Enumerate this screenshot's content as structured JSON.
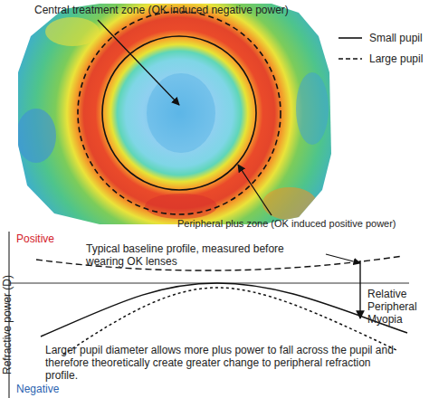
{
  "diagram": {
    "labels": [
      "Central treatment zone (OK induced negative power)",
      "Peripheral plus zone (OK induced positive power)",
      "Positive",
      "Refractive power (D)",
      "Typical baseline profile, measured before wearing OK lenses",
      "Relative Peripheral Myopia",
      "Larger pupil diameter allows more plus power to fall across the pupil and therefore theoretically create greater change to peripheral refraction profile.",
      "Negative"
    ],
    "legend": [
      {
        "text": "Small pupil"
      },
      {
        "text": "Large pupil"
      }
    ]
  }
}
